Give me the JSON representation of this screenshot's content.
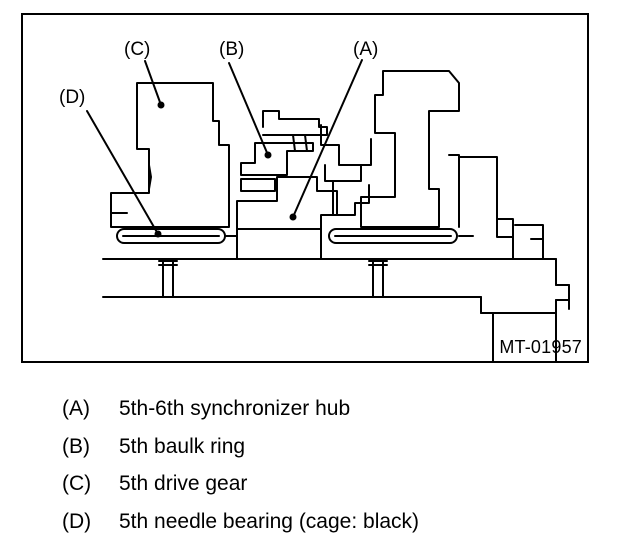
{
  "figure": {
    "code": "MT-01957",
    "callouts": {
      "a": "(A)",
      "b": "(B)",
      "c": "(C)",
      "d": "(D)"
    }
  },
  "legend": [
    {
      "key": "(A)",
      "text": "5th-6th synchronizer hub"
    },
    {
      "key": "(B)",
      "text": "5th baulk ring"
    },
    {
      "key": "(C)",
      "text": "5th drive gear"
    },
    {
      "key": "(D)",
      "text": "5th needle bearing (cage: black)"
    }
  ],
  "colors": {
    "ink": "#000000",
    "paper": "#ffffff"
  }
}
